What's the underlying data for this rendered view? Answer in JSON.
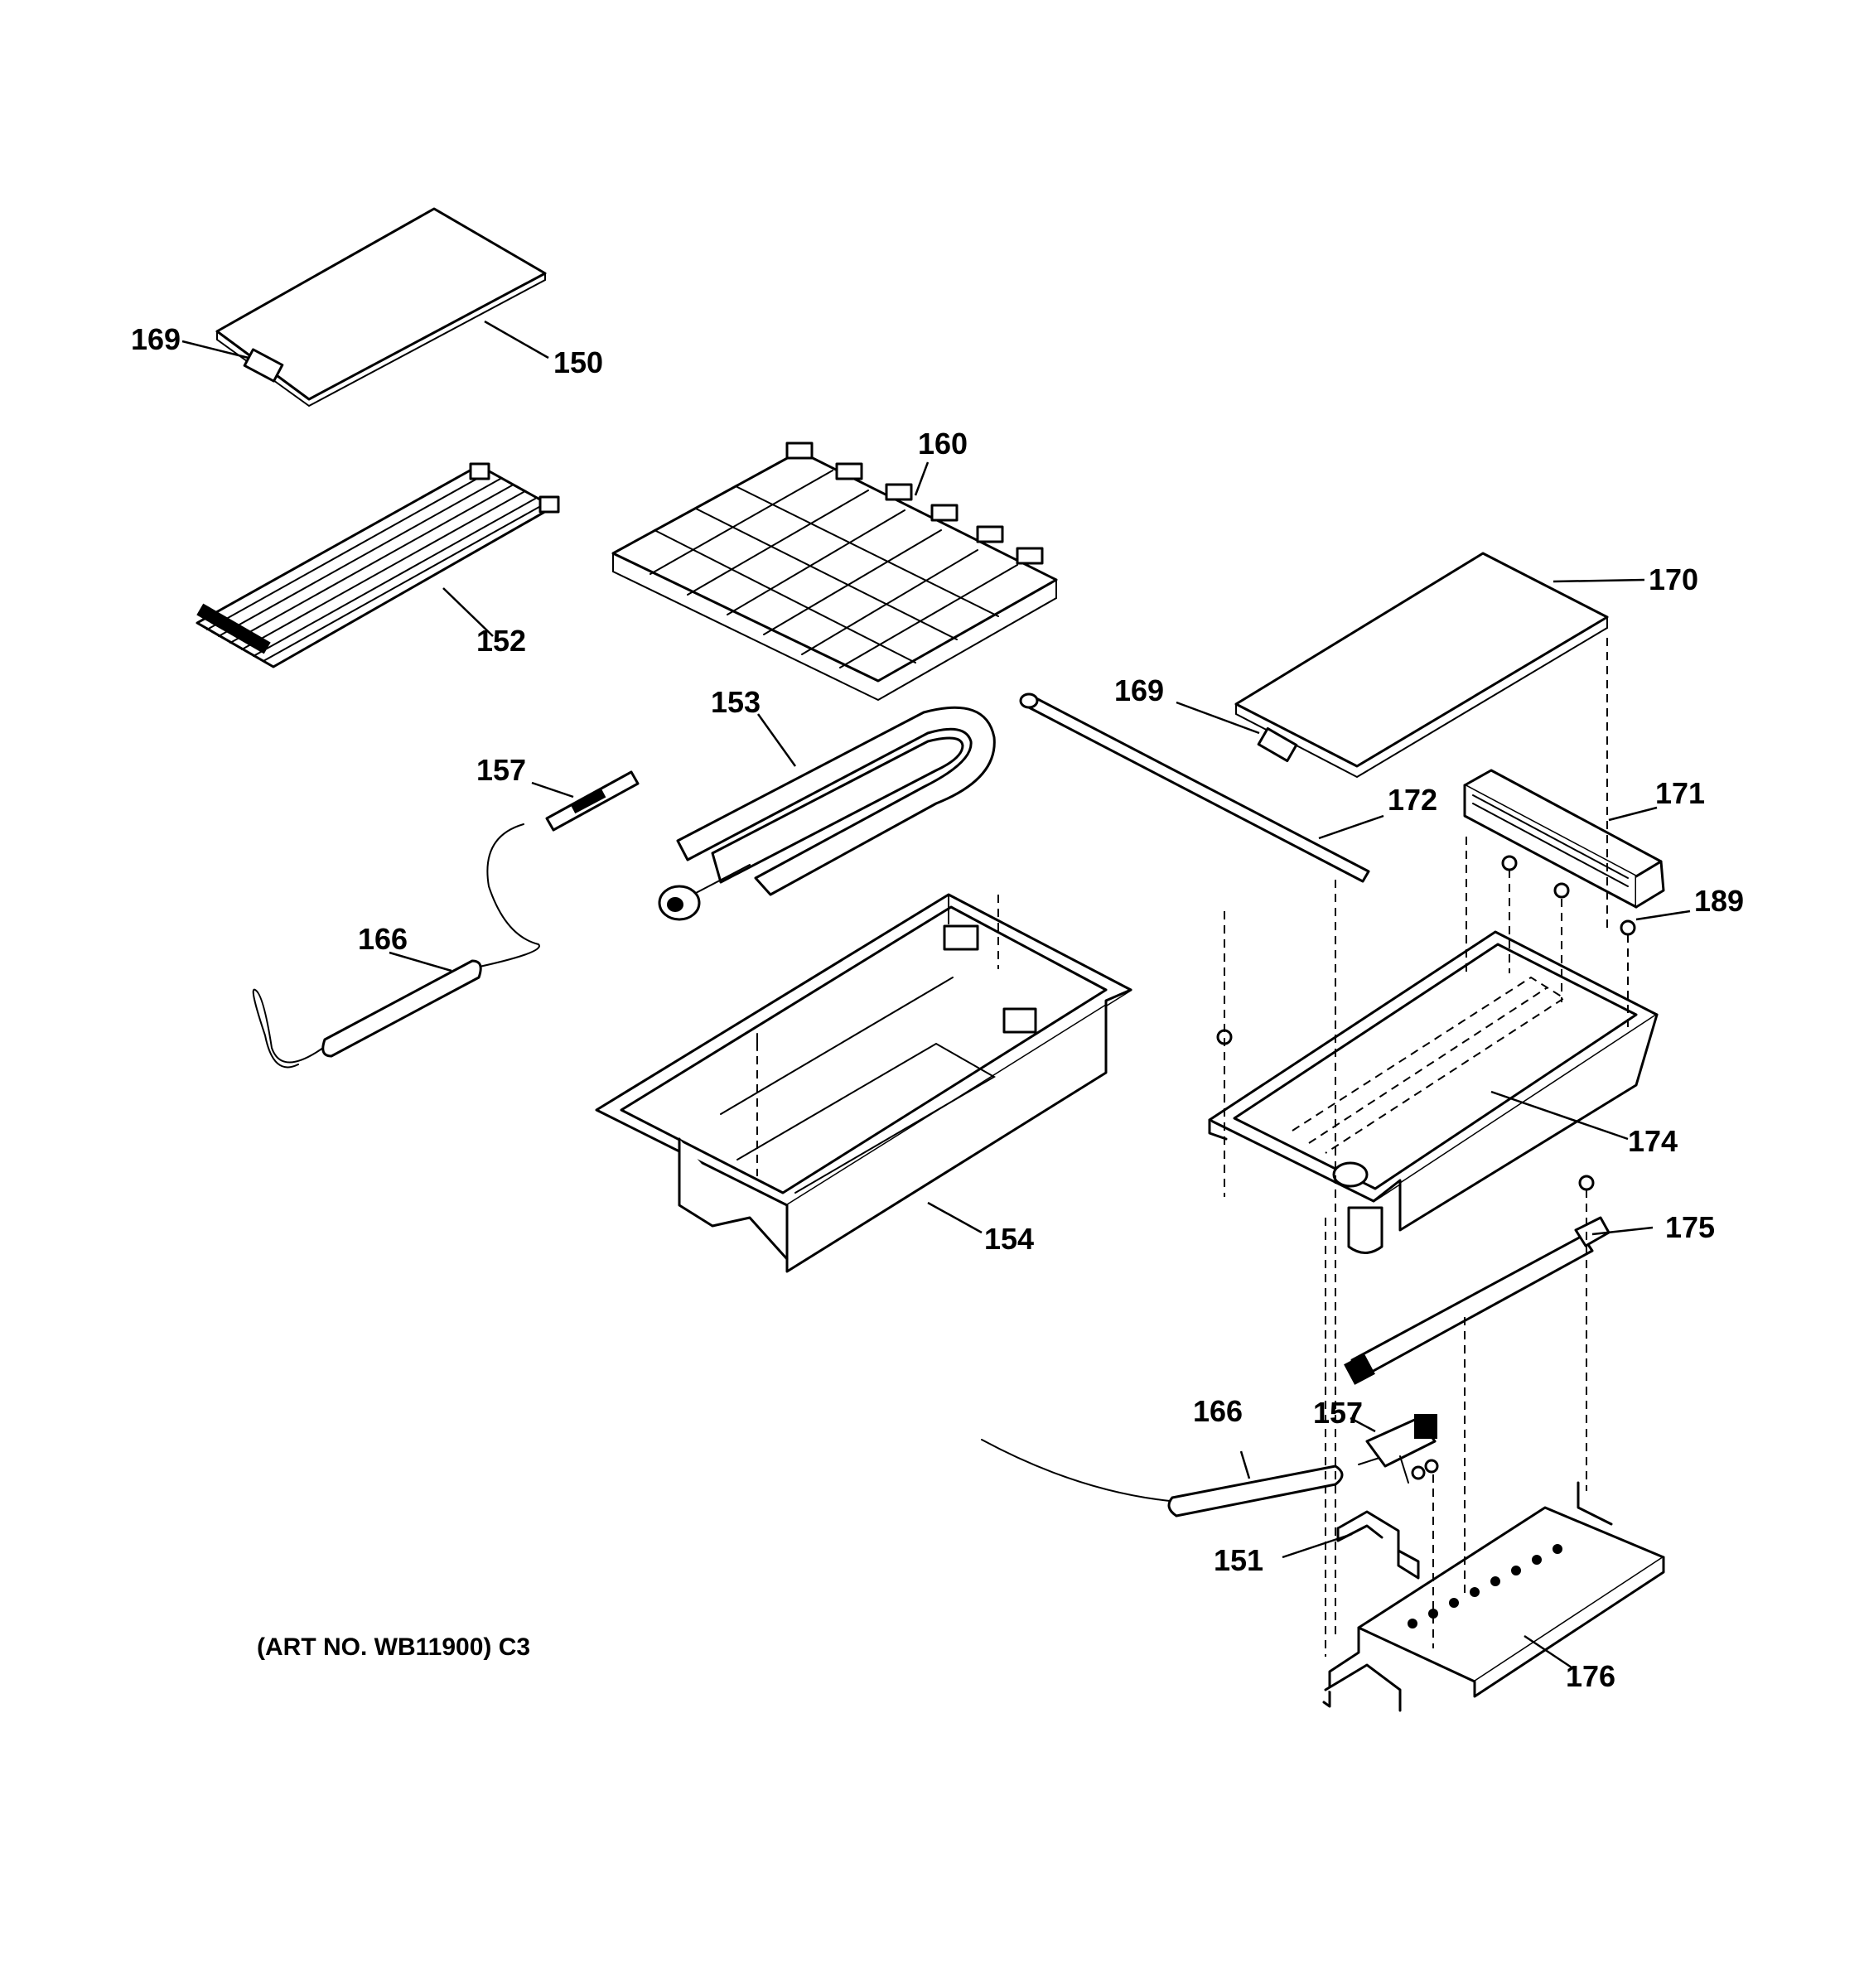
{
  "callouts": {
    "c169a": "169",
    "c150": "150",
    "c160": "160",
    "c152": "152",
    "c170": "170",
    "c153": "153",
    "c169b": "169",
    "c157a": "157",
    "c172": "172",
    "c171": "171",
    "c189": "189",
    "c166a": "166",
    "c174": "174",
    "c154": "154",
    "c175": "175",
    "c166b": "166",
    "c157b": "157",
    "c151": "151",
    "c176": "176"
  },
  "art_number": "(ART NO. WB11900) C3"
}
